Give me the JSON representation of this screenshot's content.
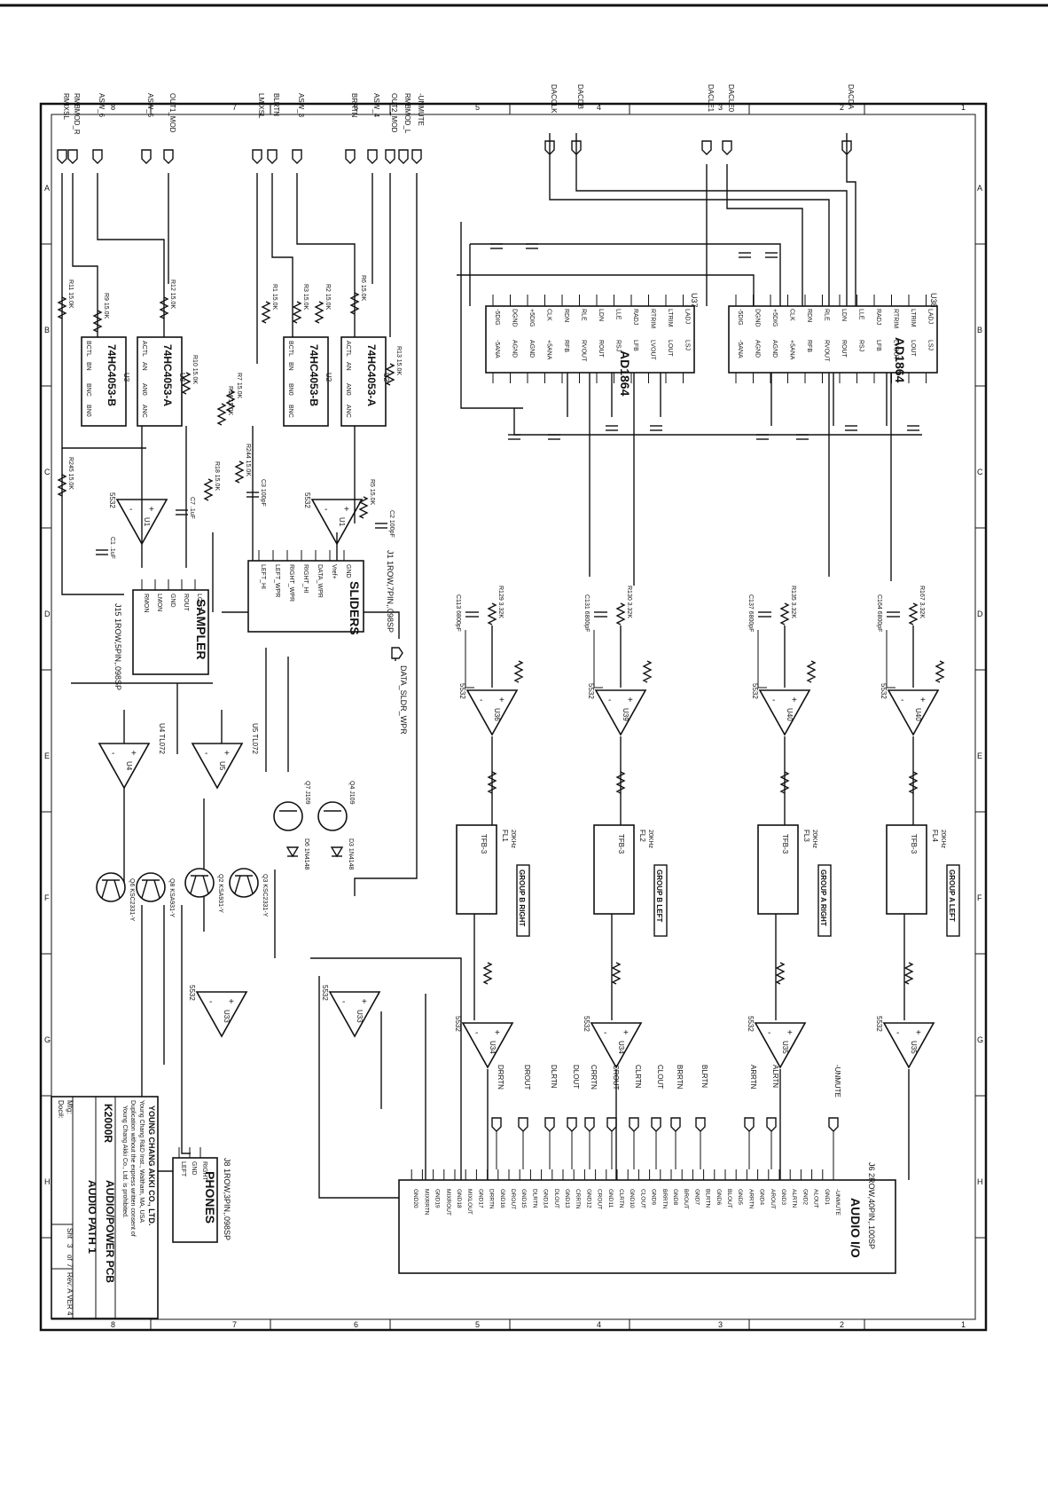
{
  "border": {
    "columns": [
      "8",
      "7",
      "6",
      "5",
      "4",
      "3",
      "2",
      "1"
    ],
    "rows": [
      "A",
      "B",
      "C",
      "D",
      "E",
      "F",
      "G",
      "H"
    ]
  },
  "nets_top": [
    "RMIXSL",
    "RMBMOD_R",
    "ASW_6",
    "OUT1_MOD",
    "ASW_5",
    "LMIXSL",
    "BLRTN",
    "ASW_3",
    "BRRTN",
    "ASW_4",
    "OUT2_MOD",
    "RMBMOD_L",
    "-UNMUTE",
    "DACCLK",
    "DACDB",
    "DACLE1",
    "DACLE0",
    "DACDA"
  ],
  "dacs": [
    {
      "name": "AD1864",
      "ref": "U37",
      "pins_left": [
        "-5DIG",
        "DGND",
        "+5DIG",
        "CLK",
        "RDN",
        "RLE",
        "LDN",
        "LLE",
        "RADJ",
        "RTRIM",
        "LTRIM",
        "LADJ"
      ],
      "pins_right": [
        "-5ANA",
        "AGND",
        "AGND",
        "+5ANA",
        "RFB",
        "RVOUT",
        "ROUT",
        "RSJ",
        "LFB",
        "LVOUT",
        "LOUT",
        "LSJ"
      ]
    },
    {
      "name": "AD1864",
      "ref": "U38",
      "pins_left": [
        "-5DIG",
        "DGND",
        "+5DIG",
        "CLK",
        "RDN",
        "RLE",
        "LDN",
        "LLE",
        "RADJ",
        "RTRIM",
        "LTRIM",
        "LADJ"
      ],
      "pins_right": [
        "-5ANA",
        "AGND",
        "AGND",
        "+5ANA",
        "RFB",
        "RVOUT",
        "ROUT",
        "RSJ",
        "LFB",
        "LVOUT",
        "LOUT",
        "LSJ"
      ]
    }
  ],
  "muxes": [
    {
      "name": "74HC4053-B",
      "ref": "U3",
      "pins": [
        "BCTL",
        "BN",
        "BNC",
        "BN0"
      ]
    },
    {
      "name": "74HC4053-A",
      "ref": "U3",
      "pins": [
        "ACTL",
        "AN",
        "AN0",
        "ANC"
      ]
    },
    {
      "name": "74HC4053-B",
      "ref": "U2",
      "pins": [
        "BCTL",
        "BN",
        "BN0",
        "BNC"
      ]
    },
    {
      "name": "74HC4053-A",
      "ref": "U2",
      "pins": [
        "ACTL",
        "AN",
        "AN0",
        "ANC"
      ]
    }
  ],
  "resistors_top": [
    "R11 15.0K",
    "R9 15.0K",
    "R12 15.0K",
    "R10 15.0K",
    "R7 15.0K",
    "R1 15.0K",
    "R3 15.0K",
    "R2 15.0K",
    "R6 15.0K",
    "R13 15.0K"
  ],
  "opamps_left": [
    {
      "ref": "U1",
      "type": "5532"
    },
    {
      "ref": "U1",
      "type": "5532"
    }
  ],
  "caps_left": [
    "C7 .1uF",
    "C1 .1uF",
    "C3 100pF",
    "C2 100pF"
  ],
  "resistors_left": [
    "R245 15.0K",
    "R18 15.0K",
    "R244 15.0K",
    "R5 15.0K",
    "R14 15.0K"
  ],
  "connectors": {
    "sampler": {
      "name": "SAMPLER",
      "ref": "J15 1ROW,5PIN,.098SP",
      "pins": [
        "RMON",
        "LMON",
        "GND",
        "ROUT",
        "LOUT"
      ]
    },
    "sliders": {
      "name": "SLIDERS",
      "ref": "J1 1ROW,7PIN,.098SP",
      "pins": [
        "LEFT_HI",
        "LEFT_WPR",
        "RIGHT_WPR",
        "RIGHT_HI",
        "DATA_WPR",
        "Vref+",
        "GND"
      ]
    },
    "phones": {
      "name": "PHONES",
      "ref": "J8 1ROW,3PIN,.098SP",
      "pins": [
        "LEFT",
        "GND",
        "RIGHT"
      ]
    },
    "audio_io": {
      "name": "AUDIO I/O",
      "ref": "J6 2ROW,40PIN,.100SP",
      "pins": [
        "-UNMUTE",
        "GND1",
        "ALOUT",
        "GND2",
        "ALRTN",
        "GND3",
        "AROUT",
        "GND4",
        "ARRTN",
        "GND5",
        "BLOUT",
        "GND6",
        "BLRTN",
        "GND7",
        "BROUT",
        "GND8",
        "BRRTN",
        "GND9",
        "CLOUT",
        "GND10",
        "CLRTN",
        "GND11",
        "CROUT",
        "GND12",
        "CRRTN",
        "GND13",
        "DLOUT",
        "GND14",
        "DLRTN",
        "GND15",
        "DROUT",
        "GND16",
        "DRRTN",
        "GND17",
        "MIXLOUT",
        "GND18",
        "MIXROUT",
        "GND19",
        "MIXRRTN",
        "GND20"
      ]
    }
  },
  "data_sldr": "DATA_SLDR_WPR",
  "io_nets": [
    "DRRTN",
    "DROUT",
    "DLRTN",
    "DLOUT",
    "CRRTN",
    "CROUT",
    "CLRTN",
    "CLOUT",
    "BRRTN",
    "BLRTN",
    "ARRTN",
    "ALRTN",
    "-UNMUTE"
  ],
  "groups": [
    "GROUP B RIGHT",
    "GROUP B LEFT",
    "GROUP A RIGHT",
    "GROUP A LEFT"
  ],
  "filters": [
    {
      "ref": "FL1",
      "freq": "20KHz",
      "type": "TFB-3"
    },
    {
      "ref": "FL2",
      "freq": "20KHz",
      "type": "TFB-3"
    },
    {
      "ref": "FL3",
      "freq": "20KHz",
      "type": "TFB-3"
    },
    {
      "ref": "FL4",
      "freq": "20KHz",
      "type": "TFB-3"
    }
  ],
  "filter_opamps": [
    "U36",
    "U39",
    "U40",
    "U40"
  ],
  "out_opamps": [
    "U34",
    "U34",
    "U35",
    "U35"
  ],
  "filter_caps": [
    "C113 6800pF",
    "C131 6800pF",
    "C137 6800pF",
    "C164 6800pF"
  ],
  "filter_res": [
    "R129 3.32K",
    "R130 3.32K",
    "R135 3.32K",
    "R167 3.32K"
  ],
  "mid_ops": [
    "U4 TL072",
    "U5 TL072"
  ],
  "transistors": [
    "Q6 KSC2331-Y",
    "Q8 KSA931-Y",
    "Q2 KSA931-Y",
    "Q3 KSC2331-Y"
  ],
  "jfets": [
    "Q7 J109",
    "Q4 J109"
  ],
  "diodes": [
    "D6 1N4148",
    "D3 1N4148"
  ],
  "title_block": {
    "company": "YOUNG CHANG AKKI CO., LTD.",
    "address": "Young Chang R&D Inst., Waltham, MA, USA",
    "notice1": "Duplication without the express written consent of",
    "notice2": "Young Chang Akki Co., Ltd. is prohibited.",
    "product": "K2000R",
    "board": "AUDIO/POWER PCB",
    "page_title": "AUDIO PATH 1",
    "mfg_label": "Mfg:",
    "sheet_label": "Sht",
    "sheet_no": "3",
    "sheet_of": "of",
    "sheet_total": "7",
    "doc_label": "Doc#:",
    "rev": "Rev: A VER 4"
  }
}
